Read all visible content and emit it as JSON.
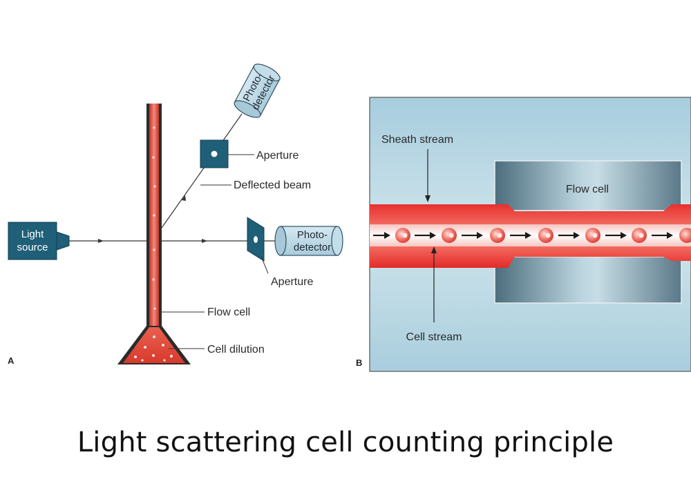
{
  "caption": "Light scattering cell counting principle",
  "panel_a": {
    "letter": "A",
    "light_source": [
      "Light",
      "source"
    ],
    "photodetector_top": [
      "Photo-",
      "detector"
    ],
    "photodetector_right": [
      "Photo-",
      "detector"
    ],
    "aperture_top": "Aperture",
    "aperture_right": "Aperture",
    "deflected_beam": "Deflected beam",
    "flow_cell": "Flow cell",
    "cell_dilution": "Cell dilution"
  },
  "panel_b": {
    "letter": "B",
    "sheath_stream": "Sheath stream",
    "flow_cell": "Flow cell",
    "cell_stream": "Cell stream"
  },
  "colors": {
    "device": "#1f5f78",
    "detector": "#b8d6e4",
    "tube": "#e84c3d",
    "panel_bg": "#b6d6e3",
    "stream": "#ea2c2a"
  }
}
